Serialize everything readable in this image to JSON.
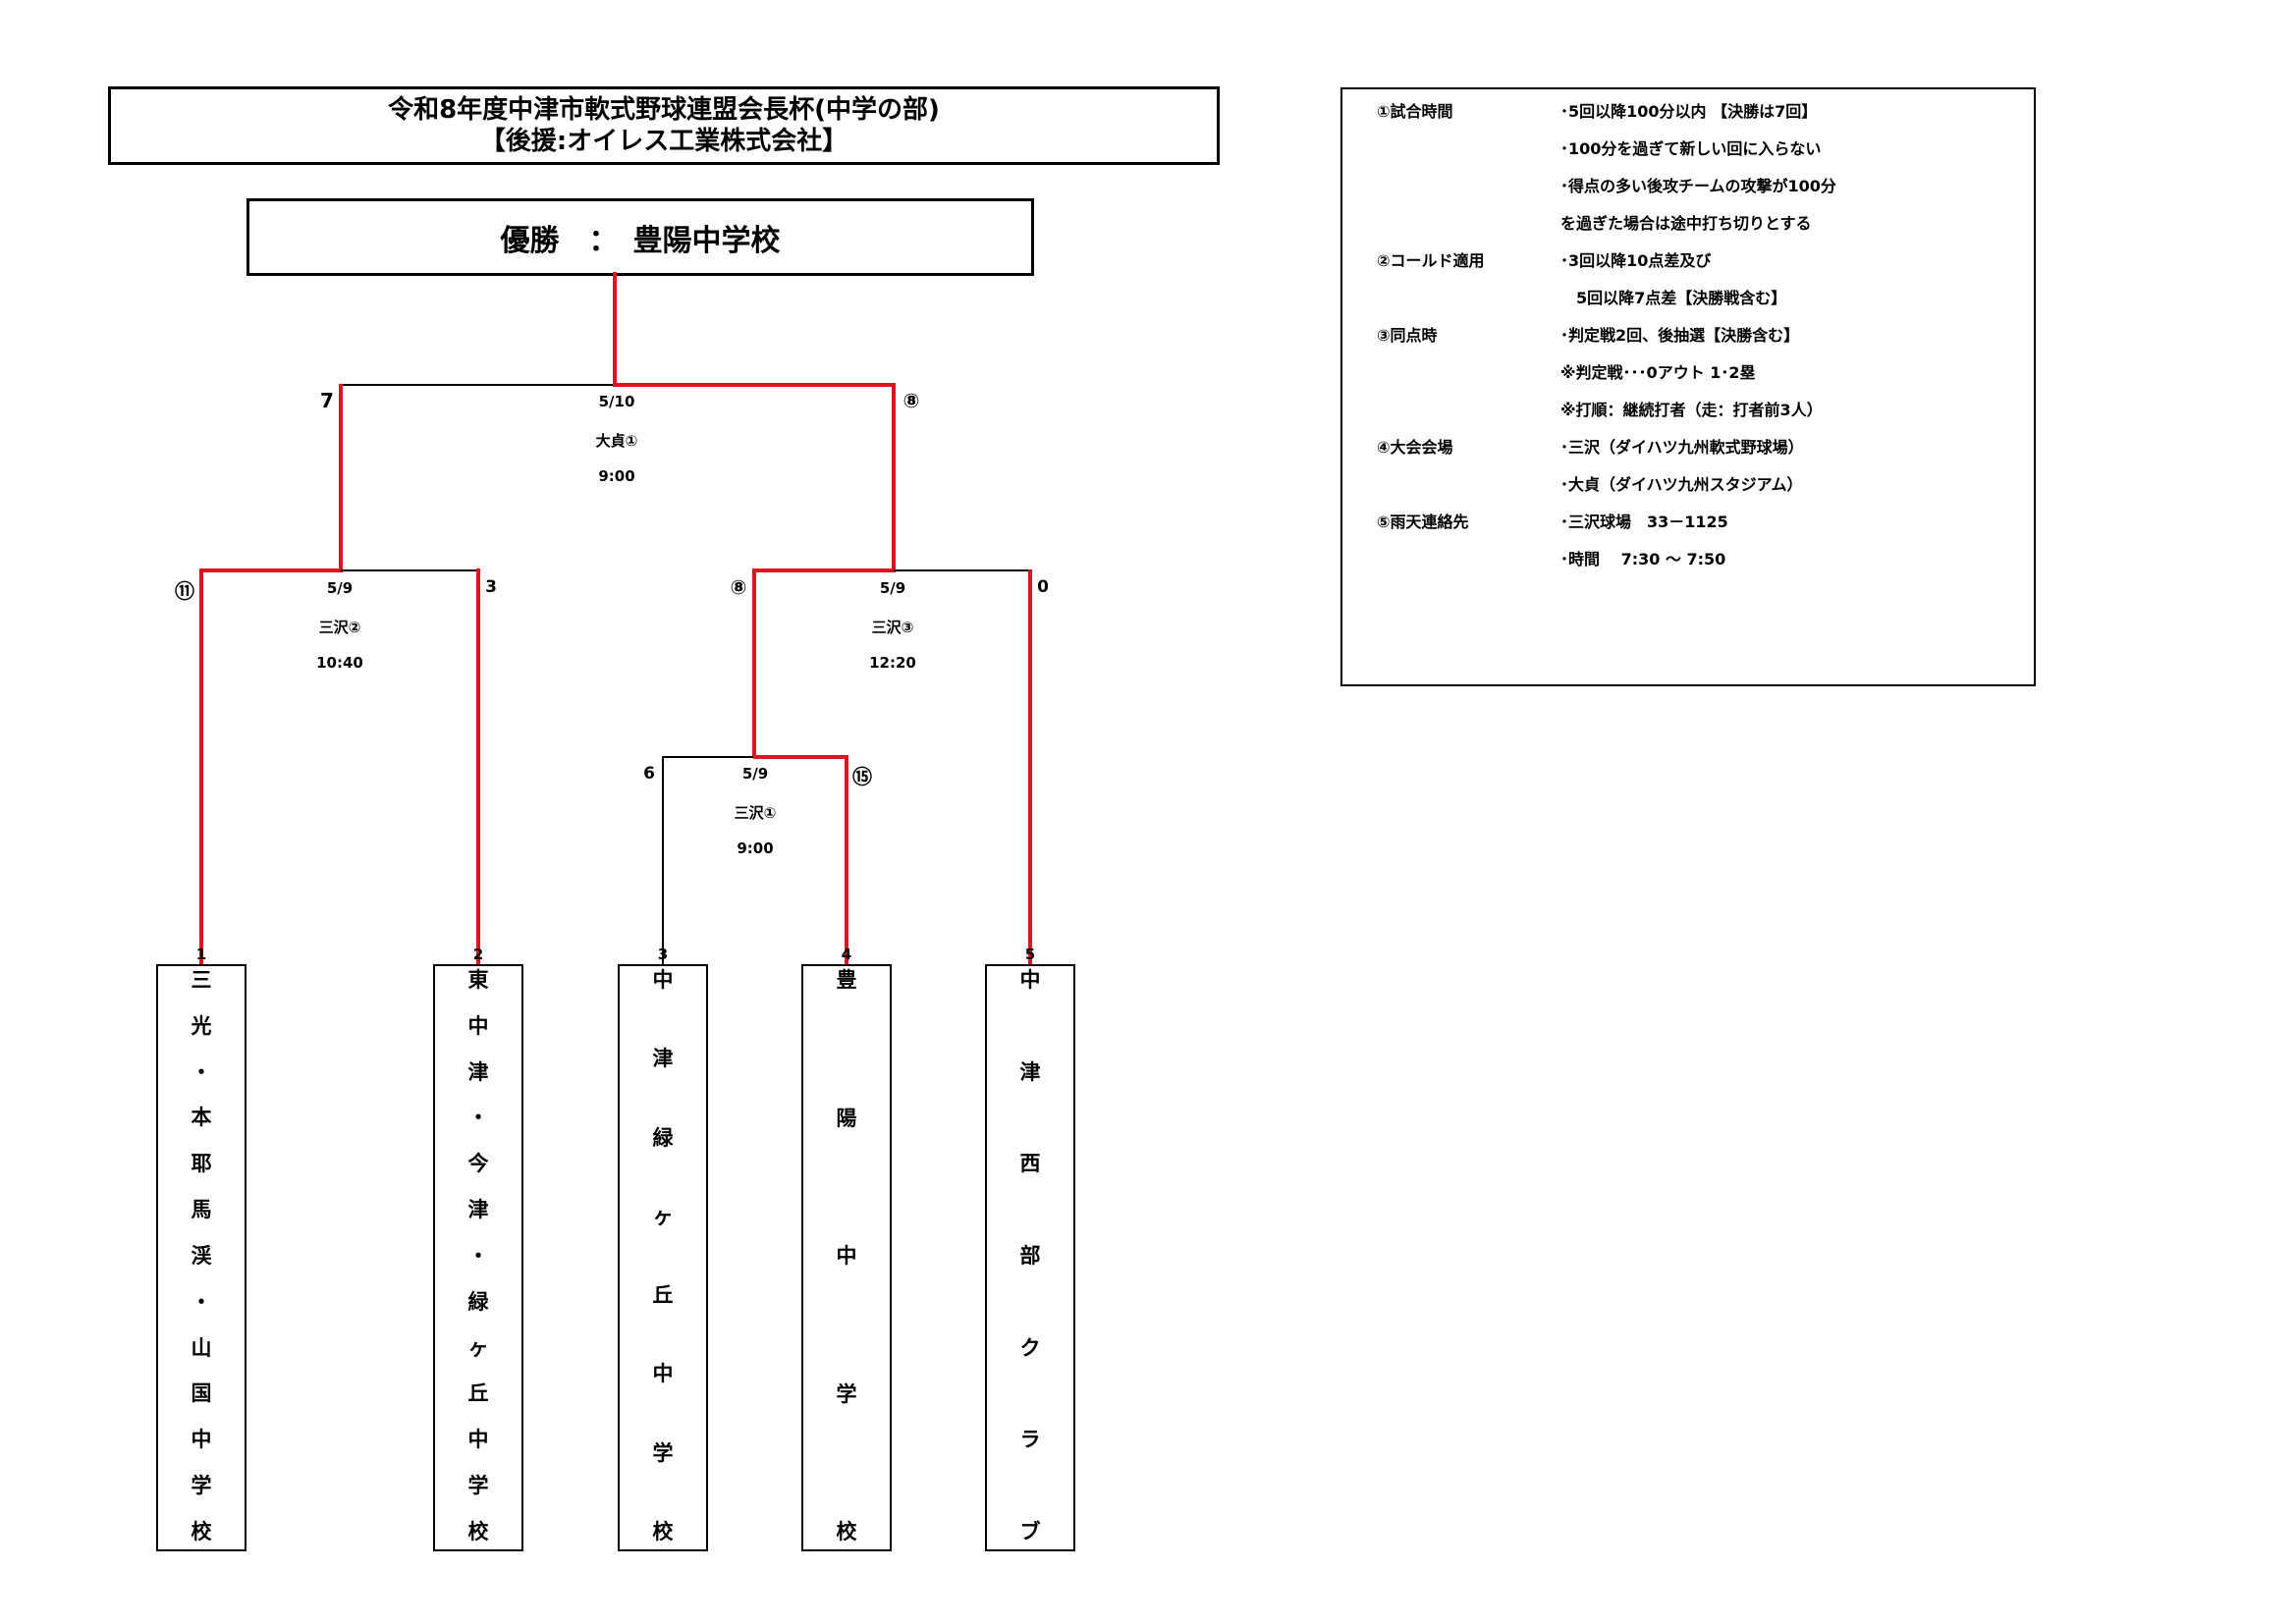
{
  "title": {
    "line1": "令和8年度中津市軟式野球連盟会長杯(中学の部)",
    "line2": "【後援:オイレス工業株式会社】"
  },
  "winner": "優勝　：　豊陽中学校",
  "rules": [
    {
      "label": "①試合時間",
      "lines": [
        "･5回以降100分以内 【決勝は7回】",
        "･100分を過ぎて新しい回に入らない",
        "･得点の多い後攻チームの攻撃が100分",
        " を過ぎた場合は途中打ち切りとする"
      ]
    },
    {
      "label": "②コールド適用",
      "lines": [
        "･3回以降10点差及び",
        "　5回以降7点差【決勝戦含む】"
      ]
    },
    {
      "label": "③同点時",
      "lines": [
        "･判定戦2回、後抽選【決勝含む】",
        " ※判定戦･･･0アウト 1･2塁",
        " ※打順：継続打者（走：打者前3人）"
      ]
    },
    {
      "label": "④大会会場",
      "lines": [
        "･三沢（ダイハツ九州軟式野球場）",
        "･大貞（ダイハツ九州スタジアム）"
      ]
    },
    {
      "label": "⑤雨天連絡先",
      "lines": [
        "･三沢球場　33－1125",
        "･時間　 7:30 ～ 7:50"
      ]
    }
  ],
  "matches": {
    "final": {
      "date": "5/10",
      "venue": "大貞①",
      "time": "9:00",
      "score_left": "7",
      "score_right": "⑧"
    },
    "semi_left": {
      "date": "5/9",
      "venue": "三沢②",
      "time": "10:40",
      "score_left": "⑪",
      "score_right": "3"
    },
    "semi_right": {
      "date": "5/9",
      "venue": "三沢③",
      "time": "12:20",
      "score_left": "⑧",
      "score_right": "0"
    },
    "first_round": {
      "date": "5/9",
      "venue": "三沢①",
      "time": "9:00",
      "score_left": "6",
      "score_right": "⑮"
    }
  },
  "teams": [
    {
      "seed": "1",
      "chars": [
        "三",
        "光",
        "・",
        "本",
        "耶",
        "馬",
        "渓",
        "・",
        "山",
        "国",
        "中",
        "学",
        "校"
      ]
    },
    {
      "seed": "2",
      "chars": [
        "東",
        "中",
        "津",
        "・",
        "今",
        "津",
        "・",
        "緑",
        "ヶ",
        "丘",
        "中",
        "学",
        "校"
      ]
    },
    {
      "seed": "3",
      "chars": [
        "中",
        "津",
        "緑",
        "ヶ",
        "丘",
        "中",
        "学",
        "校"
      ]
    },
    {
      "seed": "4",
      "chars": [
        "豊",
        "陽",
        "中",
        "学",
        "校"
      ]
    },
    {
      "seed": "5",
      "chars": [
        "中",
        "津",
        "西",
        "部",
        "ク",
        "ラ",
        "ブ"
      ]
    }
  ],
  "colors": {
    "winner_line": "#e0141e",
    "line": "#000000"
  }
}
